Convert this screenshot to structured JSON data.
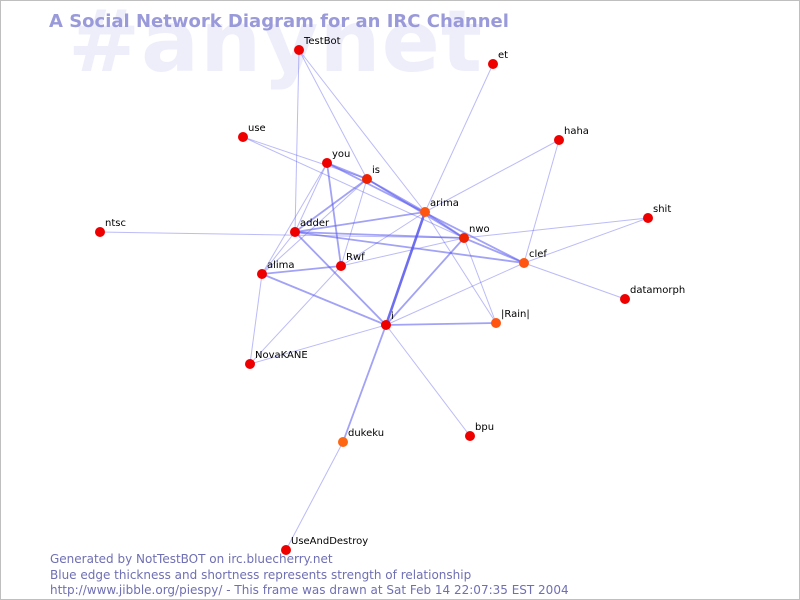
{
  "watermark": "#anynet",
  "title": "A Social Network Diagram for an IRC Channel",
  "footer": [
    "Generated by NotTestBOT on irc.bluecherry.net",
    "Blue edge thickness and shortness represents strength of relationship",
    "http://www.jibble.org/piespy/ - This frame was drawn at Sat Feb 14 22:07:35 EST 2004"
  ],
  "colors": {
    "node_default": "#ee0000",
    "node_active": "#ff5511",
    "edge": "#5555ee",
    "title": "#9a9ada"
  },
  "nodes": [
    {
      "id": "TestBot",
      "label": "TestBot",
      "color": "#ee0000"
    },
    {
      "id": "et",
      "label": "et",
      "color": "#ee0000"
    },
    {
      "id": "use",
      "label": "use",
      "color": "#ee0000"
    },
    {
      "id": "haha",
      "label": "haha",
      "color": "#ee0000"
    },
    {
      "id": "you",
      "label": "you",
      "color": "#ee0000"
    },
    {
      "id": "is",
      "label": "is",
      "color": "#ee2200"
    },
    {
      "id": "arima",
      "label": "arima",
      "color": "#ff5511"
    },
    {
      "id": "shit",
      "label": "shit",
      "color": "#ee0000"
    },
    {
      "id": "ntsc",
      "label": "ntsc",
      "color": "#ee0000"
    },
    {
      "id": "adder",
      "label": "adder",
      "color": "#ee0000"
    },
    {
      "id": "nwo",
      "label": "nwo",
      "color": "#ee2200"
    },
    {
      "id": "clef",
      "label": "clef",
      "color": "#ff5511"
    },
    {
      "id": "alima",
      "label": "alima",
      "color": "#ee0000"
    },
    {
      "id": "Rwf",
      "label": "Rwf",
      "color": "#ee0000"
    },
    {
      "id": "datamorph",
      "label": "datamorph",
      "color": "#ee0000"
    },
    {
      "id": "i",
      "label": "i",
      "color": "#ee0000"
    },
    {
      "id": "Rain",
      "label": "|Rain|",
      "color": "#ff5511"
    },
    {
      "id": "NovaKANE",
      "label": "NovaKANE",
      "color": "#ee0000"
    },
    {
      "id": "bpu",
      "label": "bpu",
      "color": "#ee0000"
    },
    {
      "id": "dukeku",
      "label": "dukeku",
      "color": "#ff6611"
    },
    {
      "id": "UseAndDestroy",
      "label": "UseAndDestroy",
      "color": "#ee0000"
    }
  ],
  "edges": [
    {
      "source": "TestBot",
      "target": "is",
      "weight": 1
    },
    {
      "source": "TestBot",
      "target": "adder",
      "weight": 1
    },
    {
      "source": "TestBot",
      "target": "arima",
      "weight": 1
    },
    {
      "source": "et",
      "target": "arima",
      "weight": 1
    },
    {
      "source": "use",
      "target": "is",
      "weight": 1
    },
    {
      "source": "use",
      "target": "nwo",
      "weight": 1
    },
    {
      "source": "haha",
      "target": "arima",
      "weight": 1
    },
    {
      "source": "haha",
      "target": "clef",
      "weight": 1
    },
    {
      "source": "you",
      "target": "is",
      "weight": 2
    },
    {
      "source": "you",
      "target": "Rwf",
      "weight": 2
    },
    {
      "source": "you",
      "target": "adder",
      "weight": 1
    },
    {
      "source": "you",
      "target": "clef",
      "weight": 2
    },
    {
      "source": "you",
      "target": "alima",
      "weight": 1
    },
    {
      "source": "is",
      "target": "arima",
      "weight": 2
    },
    {
      "source": "is",
      "target": "adder",
      "weight": 2
    },
    {
      "source": "is",
      "target": "Rwf",
      "weight": 1
    },
    {
      "source": "is",
      "target": "nwo",
      "weight": 2
    },
    {
      "source": "is",
      "target": "alima",
      "weight": 1
    },
    {
      "source": "arima",
      "target": "nwo",
      "weight": 2
    },
    {
      "source": "arima",
      "target": "adder",
      "weight": 2
    },
    {
      "source": "arima",
      "target": "Rwf",
      "weight": 1
    },
    {
      "source": "arima",
      "target": "i",
      "weight": 3
    },
    {
      "source": "arima",
      "target": "Rain",
      "weight": 1
    },
    {
      "source": "shit",
      "target": "nwo",
      "weight": 1
    },
    {
      "source": "shit",
      "target": "clef",
      "weight": 1
    },
    {
      "source": "ntsc",
      "target": "nwo",
      "weight": 1
    },
    {
      "source": "adder",
      "target": "nwo",
      "weight": 2
    },
    {
      "source": "adder",
      "target": "alima",
      "weight": 1
    },
    {
      "source": "adder",
      "target": "i",
      "weight": 2
    },
    {
      "source": "adder",
      "target": "clef",
      "weight": 2
    },
    {
      "source": "nwo",
      "target": "clef",
      "weight": 2
    },
    {
      "source": "nwo",
      "target": "Rwf",
      "weight": 1
    },
    {
      "source": "nwo",
      "target": "i",
      "weight": 2
    },
    {
      "source": "nwo",
      "target": "Rain",
      "weight": 1
    },
    {
      "source": "clef",
      "target": "datamorph",
      "weight": 1
    },
    {
      "source": "clef",
      "target": "i",
      "weight": 1
    },
    {
      "source": "alima",
      "target": "Rwf",
      "weight": 2
    },
    {
      "source": "alima",
      "target": "i",
      "weight": 2
    },
    {
      "source": "alima",
      "target": "NovaKANE",
      "weight": 1
    },
    {
      "source": "Rwf",
      "target": "NovaKANE",
      "weight": 1
    },
    {
      "source": "i",
      "target": "Rain",
      "weight": 2
    },
    {
      "source": "i",
      "target": "NovaKANE",
      "weight": 1
    },
    {
      "source": "i",
      "target": "bpu",
      "weight": 1
    },
    {
      "source": "i",
      "target": "dukeku",
      "weight": 2
    },
    {
      "source": "dukeku",
      "target": "UseAndDestroy",
      "weight": 1
    }
  ]
}
